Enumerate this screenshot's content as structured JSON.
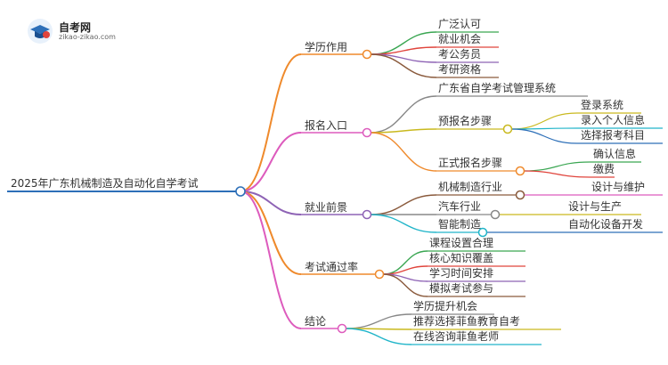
{
  "logo": {
    "title": "自考网",
    "subtitle": "zikao-zikao.com"
  },
  "root": "2025年广东机械制造及自动化自学考试",
  "branches": [
    {
      "label": "学历作用",
      "color": "#ef8a2c",
      "children": [
        {
          "label": "广泛认可",
          "color": "#3aa652"
        },
        {
          "label": "就业机会",
          "color": "#e0443c"
        },
        {
          "label": "考公务员",
          "color": "#8e63b5"
        },
        {
          "label": "考研资格",
          "color": "#8a5a3c"
        }
      ]
    },
    {
      "label": "报名入口",
      "color": "#dd5bbd",
      "children": [
        {
          "label": "广东省自学考试管理系统",
          "color": "#888888"
        },
        {
          "label": "预报名步骤",
          "color": "#c9b91e",
          "children": [
            {
              "label": "登录系统",
              "color": "#c9b91e"
            },
            {
              "label": "录入个人信息",
              "color": "#21b5c9"
            },
            {
              "label": "选择报考科目",
              "color": "#2d6fb8"
            }
          ]
        },
        {
          "label": "正式报名步骤",
          "color": "#ef8a2c",
          "children": [
            {
              "label": "确认信息",
              "color": "#3aa652"
            },
            {
              "label": "缴费",
              "color": "#e0443c"
            }
          ]
        }
      ]
    },
    {
      "label": "就业前景",
      "color": "#8e63b5",
      "children": [
        {
          "label": "机械制造行业",
          "color": "#8a5a3c",
          "children": [
            {
              "label": "设计与维护",
              "color": "#dd5bbd"
            }
          ]
        },
        {
          "label": "汽车行业",
          "color": "#888888",
          "children": [
            {
              "label": "设计与生产",
              "color": "#c9b91e"
            }
          ]
        },
        {
          "label": "智能制造",
          "color": "#21b5c9",
          "children": [
            {
              "label": "自动化设备开发",
              "color": "#2d6fb8"
            }
          ]
        }
      ]
    },
    {
      "label": "考试通过率",
      "color": "#ef8a2c",
      "children": [
        {
          "label": "课程设置合理",
          "color": "#3aa652"
        },
        {
          "label": "核心知识覆盖",
          "color": "#e0443c"
        },
        {
          "label": "学习时间安排",
          "color": "#8e63b5"
        },
        {
          "label": "模拟考试参与",
          "color": "#8a5a3c"
        }
      ]
    },
    {
      "label": "结论",
      "color": "#dd5bbd",
      "children": [
        {
          "label": "学历提升机会",
          "color": "#888888"
        },
        {
          "label": "推荐选择菲鱼教育自考",
          "color": "#c9b91e"
        },
        {
          "label": "在线咨询菲鱼老师",
          "color": "#21b5c9"
        }
      ]
    }
  ]
}
